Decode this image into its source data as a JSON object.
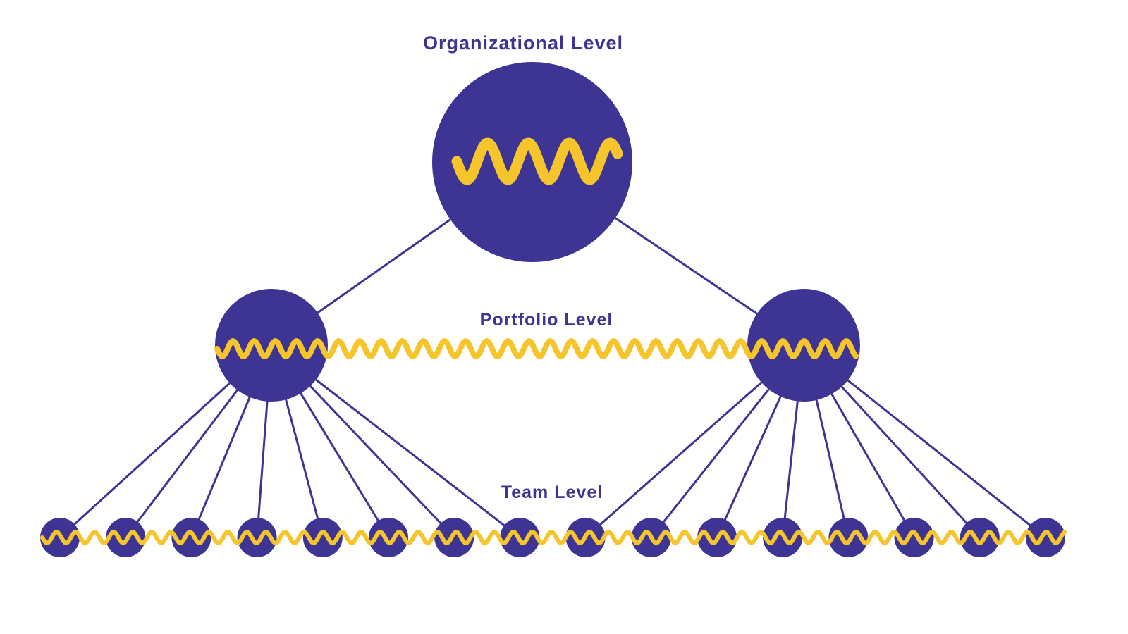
{
  "diagram": {
    "type": "hierarchy-network",
    "title": "",
    "colors": {
      "node": "#3d3493",
      "edge": "#3d3493",
      "wave": "#f6c52b",
      "label": "#3d3493",
      "background": "#ffffff"
    },
    "levels": [
      {
        "id": "organizational",
        "label": "Organizational Level",
        "node_count": 1
      },
      {
        "id": "portfolio",
        "label": "Portfolio Level",
        "node_count": 2
      },
      {
        "id": "team",
        "label": "Team Level",
        "node_count": 16
      }
    ],
    "edges": {
      "organizational_to_portfolio": [
        [
          0,
          0
        ],
        [
          0,
          1
        ]
      ],
      "portfolio_to_team": "first portfolio node connects to team nodes 1-8, second portfolio node connects to team nodes 9-16"
    },
    "waves": [
      {
        "level": "organizational",
        "description": "large yellow squiggle across the organizational node"
      },
      {
        "level": "portfolio",
        "description": "yellow squiggle spanning between both portfolio nodes"
      },
      {
        "level": "team",
        "description": "yellow squiggle spanning across all team nodes"
      }
    ]
  }
}
